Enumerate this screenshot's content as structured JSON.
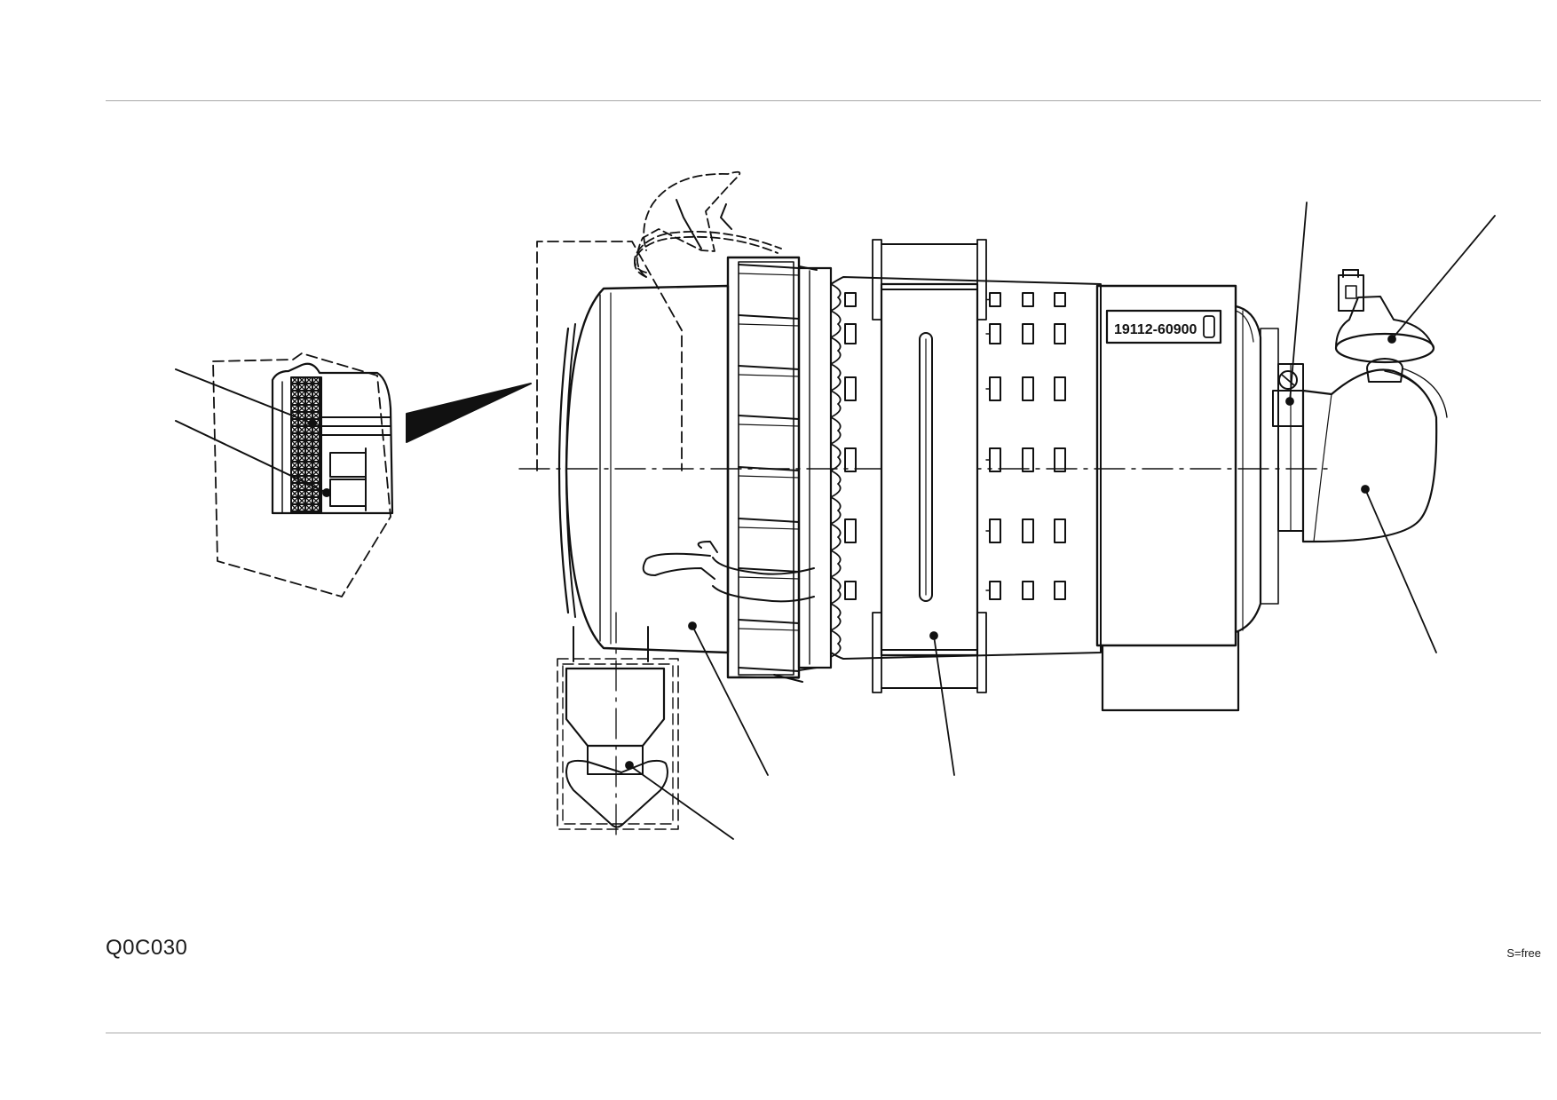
{
  "drawing": {
    "code": "Q0C030",
    "scale": "S=free",
    "part_label": "19112-60900"
  },
  "colors": {
    "line": "#111111",
    "rule": "#a8a8a8",
    "background": "#ffffff"
  }
}
